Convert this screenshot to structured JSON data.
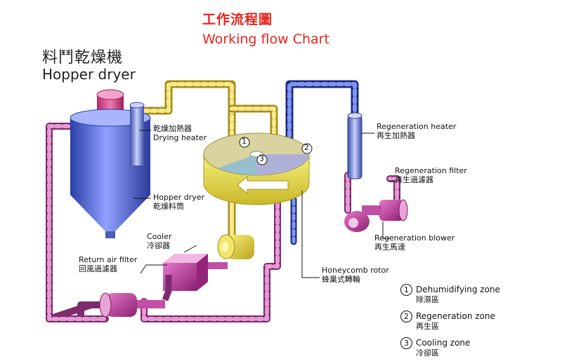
{
  "title": {
    "zh": "工作流程圖",
    "en": "Working flow Chart"
  },
  "hopper_heading": {
    "zh": "料鬥乾燥機",
    "en": "Hopper dryer"
  },
  "labels": {
    "drying_heater": {
      "zh": "乾燥加熱器",
      "en": "Drying heater"
    },
    "hopper_dryer": {
      "en": "Hopper dryer",
      "zh": "乾燥料筒"
    },
    "cooler": {
      "en": "Cooler",
      "zh": "冷卻器"
    },
    "return_air_filter": {
      "en": "Return air filter",
      "zh": "回風過濾器"
    },
    "regeneration_heater": {
      "en": "Regeneration heater",
      "zh": "再生加熱器"
    },
    "regeneration_filter": {
      "en": "Regeneration filter",
      "zh": "再生過濾器"
    },
    "regeneration_blower": {
      "en": "Regeneration blower",
      "zh": "再生馬達"
    },
    "honeycomb_rotor": {
      "en": "Honeycomb rotor",
      "zh": "蜂巢式轉輪"
    }
  },
  "rotor_zone_numbers": [
    "1",
    "2",
    "3"
  ],
  "legend": [
    {
      "num": "1",
      "en": "Dehumidifying zone",
      "zh": "除濕區"
    },
    {
      "num": "2",
      "en": "Regeneration zone",
      "zh": "再生區"
    },
    {
      "num": "3",
      "en": "Cooling zone",
      "zh": "冷卻區"
    }
  ],
  "colors": {
    "title": "#e8231c",
    "pipe_purple": "#b04a9a",
    "pipe_yellow": "#e8c84a",
    "pipe_blue": "#3f56b8",
    "hopper_blue": "#4d5fd0",
    "rotor_yellow": "#ece042",
    "component_magenta": "#c63aa0"
  }
}
